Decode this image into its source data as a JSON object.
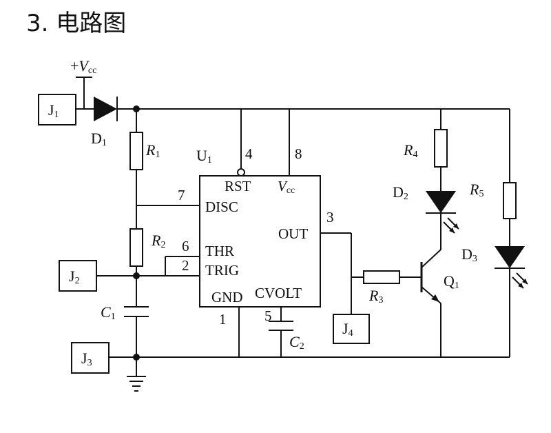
{
  "heading": "3. 电路图",
  "diagram": {
    "vcc": {
      "plus": "+",
      "v": "V",
      "cc": "cc"
    },
    "jacks": [
      {
        "id": "J1",
        "main": "J",
        "sub": "1"
      },
      {
        "id": "J2",
        "main": "J",
        "sub": "2"
      },
      {
        "id": "J3",
        "main": "J",
        "sub": "3"
      },
      {
        "id": "J4",
        "main": "J",
        "sub": "4"
      }
    ],
    "resistors": [
      {
        "id": "R1",
        "main": "R",
        "sub": "1"
      },
      {
        "id": "R2",
        "main": "R",
        "sub": "2"
      },
      {
        "id": "R3",
        "main": "R",
        "sub": "3"
      },
      {
        "id": "R4",
        "main": "R",
        "sub": "4"
      },
      {
        "id": "R5",
        "main": "R",
        "sub": "5"
      }
    ],
    "capacitors": [
      {
        "id": "C1",
        "main": "C",
        "sub": "1"
      },
      {
        "id": "C2",
        "main": "C",
        "sub": "2"
      }
    ],
    "diodes": [
      {
        "id": "D1",
        "main": "D",
        "sub": "1"
      },
      {
        "id": "D2",
        "main": "D",
        "sub": "2"
      },
      {
        "id": "D3",
        "main": "D",
        "sub": "3"
      }
    ],
    "transistor": {
      "main": "Q",
      "sub": "1"
    },
    "chip": {
      "name": {
        "main": "U",
        "sub": "1"
      },
      "pins": {
        "rst": "RST",
        "vcc_v": "V",
        "vcc_cc": "cc",
        "disc": "DISC",
        "thr": "THR",
        "trig": "TRIG",
        "out": "OUT",
        "gnd": "GND",
        "cvolt": "CVOLT"
      },
      "pin_numbers": {
        "p4": "4",
        "p8": "8",
        "p7": "7",
        "p6": "6",
        "p2": "2",
        "p3": "3",
        "p1": "1",
        "p5": "5"
      }
    }
  }
}
